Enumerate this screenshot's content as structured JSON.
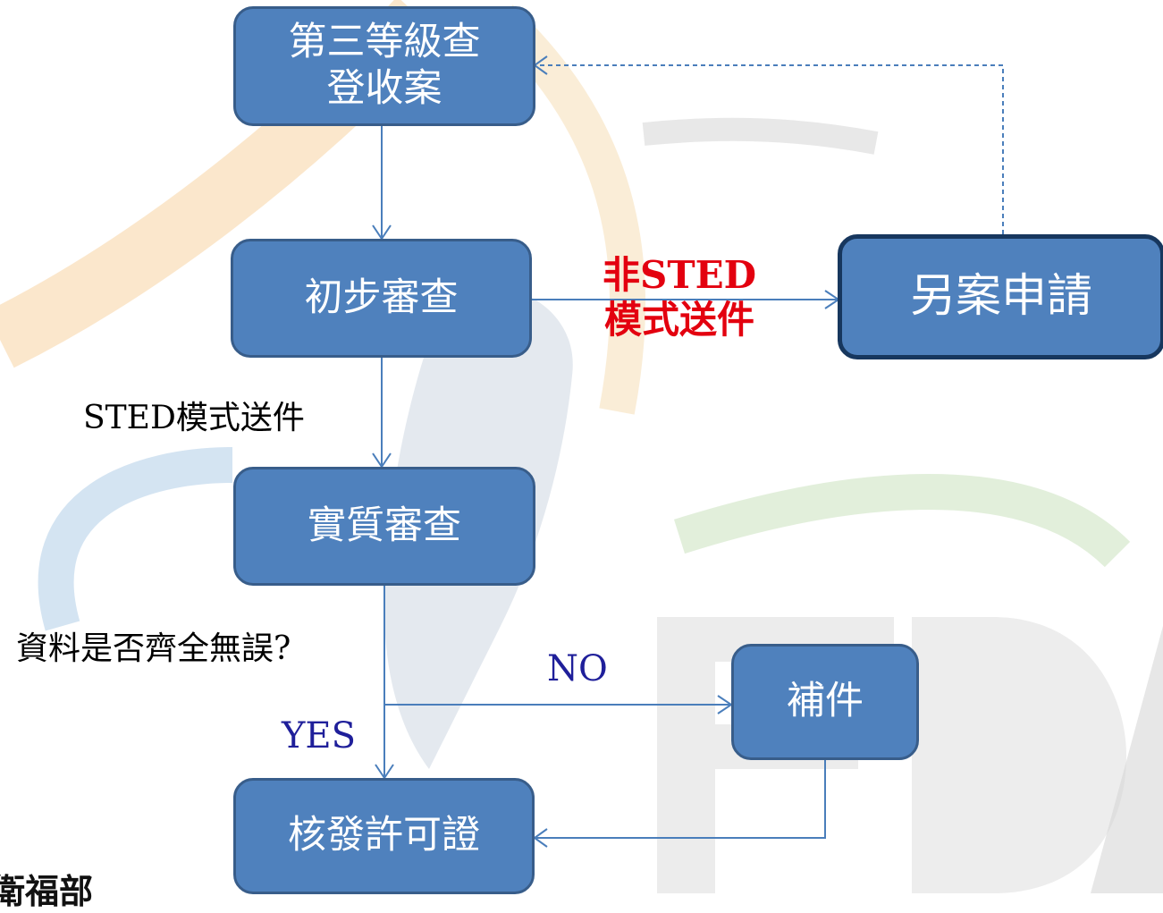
{
  "nodes": {
    "registration": {
      "line1": "第三等級查",
      "line2": "登收案"
    },
    "preliminary_review": {
      "label": "初步審查"
    },
    "separate_application": {
      "label": "另案申請"
    },
    "substantive_review": {
      "label": "實質審查"
    },
    "supplement": {
      "label": "補件"
    },
    "issue_license": {
      "label": "核發許可證"
    }
  },
  "labels": {
    "non_sted": {
      "line1": "非STED",
      "line2": "模式送件"
    },
    "sted": "STED模式送件",
    "question": "資料是否齊全無誤?",
    "no": "NO",
    "yes": "YES"
  },
  "footer_text": "衛福部",
  "colors": {
    "box_fill": "#4f81bd",
    "box_border": "#385d8a",
    "arrow": "#4a7ebb",
    "alert_text": "#e3000f",
    "yes_no_text": "#1f1f9a"
  }
}
